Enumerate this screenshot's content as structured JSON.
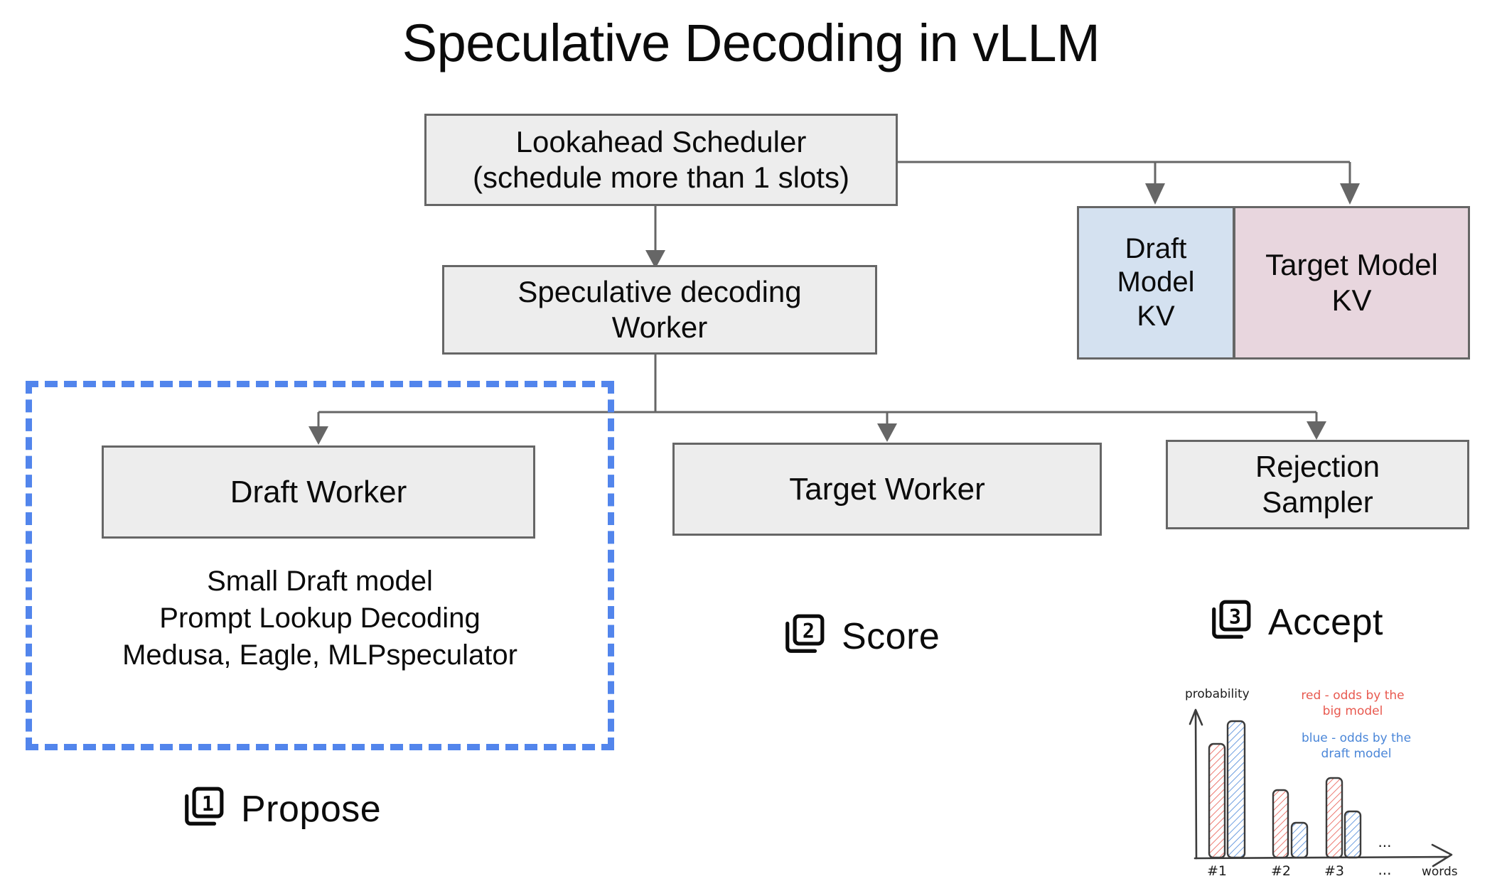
{
  "title": "Speculative Decoding in vLLM",
  "nodes": {
    "scheduler": "Lookahead Scheduler\n(schedule more than 1 slots)",
    "spec_worker": "Speculative decoding\nWorker",
    "draft_kv": "Draft\nModel\nKV",
    "target_kv": "Target Model\nKV",
    "draft_worker": "Draft Worker",
    "target_worker": "Target Worker",
    "rejection_sampler": "Rejection\nSampler"
  },
  "draft_notes": "Small Draft model\nPrompt Lookup Decoding\nMedusa, Eagle, MLPspeculator",
  "steps": [
    {
      "num": "1",
      "label": "Propose",
      "icon": "layers-number-icon"
    },
    {
      "num": "2",
      "label": "Score",
      "icon": "layers-number-icon"
    },
    {
      "num": "3",
      "label": "Accept",
      "icon": "layers-number-icon"
    }
  ],
  "colors": {
    "box_fill": "#ededed",
    "box_border": "#666666",
    "draft_kv_fill": "#d4e1f0",
    "target_kv_fill": "#e8d6de",
    "dashed_highlight": "#5285ec",
    "chart_red": "#e8594f",
    "chart_blue": "#4a86d8",
    "chart_ink": "#3c3c3c"
  },
  "chart_data": {
    "type": "bar",
    "title": "",
    "xlabel": "words",
    "ylabel": "probability",
    "categories": [
      "#1",
      "#2",
      "#3"
    ],
    "series": [
      {
        "name": "red - odds by the big model",
        "color": "#e8594f",
        "values": [
          0.79,
          0.48,
          0.56
        ]
      },
      {
        "name": "blue - odds by the draft model",
        "color": "#4a86d8",
        "values": [
          0.97,
          0.25,
          0.33
        ]
      }
    ],
    "legend": [
      "red - odds by the\nbig model",
      "blue - odds by the\ndraft model"
    ],
    "ellipsis_upper": "...",
    "ellipsis_lower": "...",
    "grid": false,
    "ylim": [
      0,
      1
    ],
    "axis_style": "hand-drawn-arrow"
  }
}
